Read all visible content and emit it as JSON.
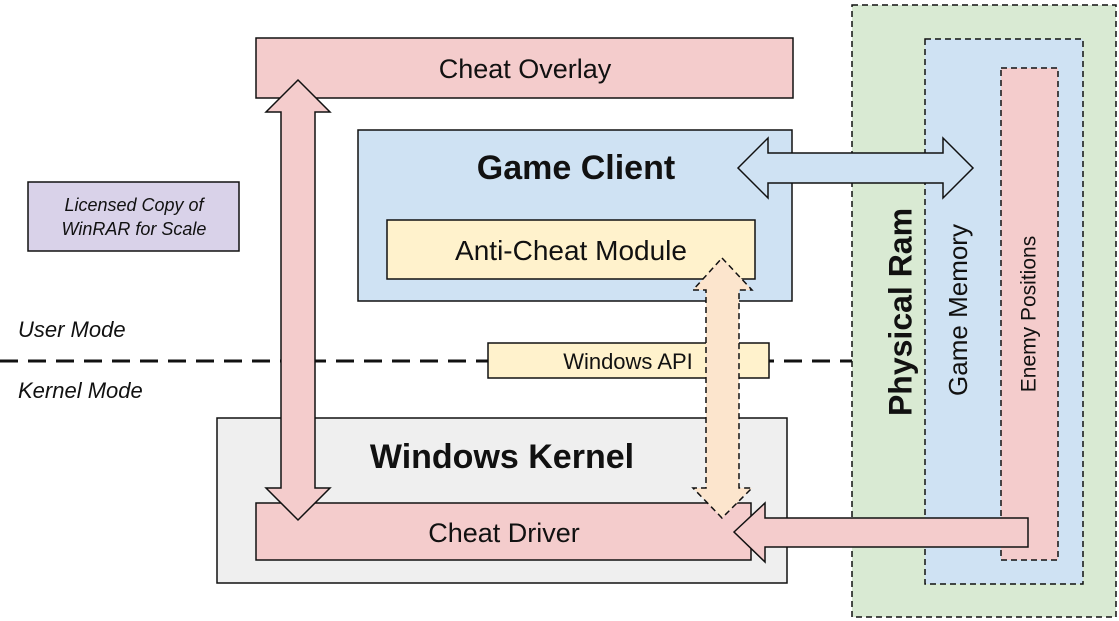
{
  "title_overlay": "Cheat Overlay",
  "game_client": "Game Client",
  "anti_cheat": "Anti-Cheat Module",
  "winrar_note": [
    "Licensed Copy of",
    "WinRAR for Scale"
  ],
  "user_mode": "User Mode",
  "kernel_mode": "Kernel Mode",
  "windows_api": "Windows API",
  "windows_kernel": "Windows Kernel",
  "cheat_driver": "Cheat Driver",
  "physical_ram": "Physical Ram",
  "game_memory": "Game Memory",
  "enemy_positions": "Enemy Positions",
  "colors": {
    "pink": "#f4cccc",
    "blue": "#cfe2f3",
    "yellow": "#fff2cc",
    "purple": "#d9d2e9",
    "green": "#d9ead3",
    "gray": "#efefef",
    "peach": "#fce5cd",
    "stroke": "#111111"
  }
}
